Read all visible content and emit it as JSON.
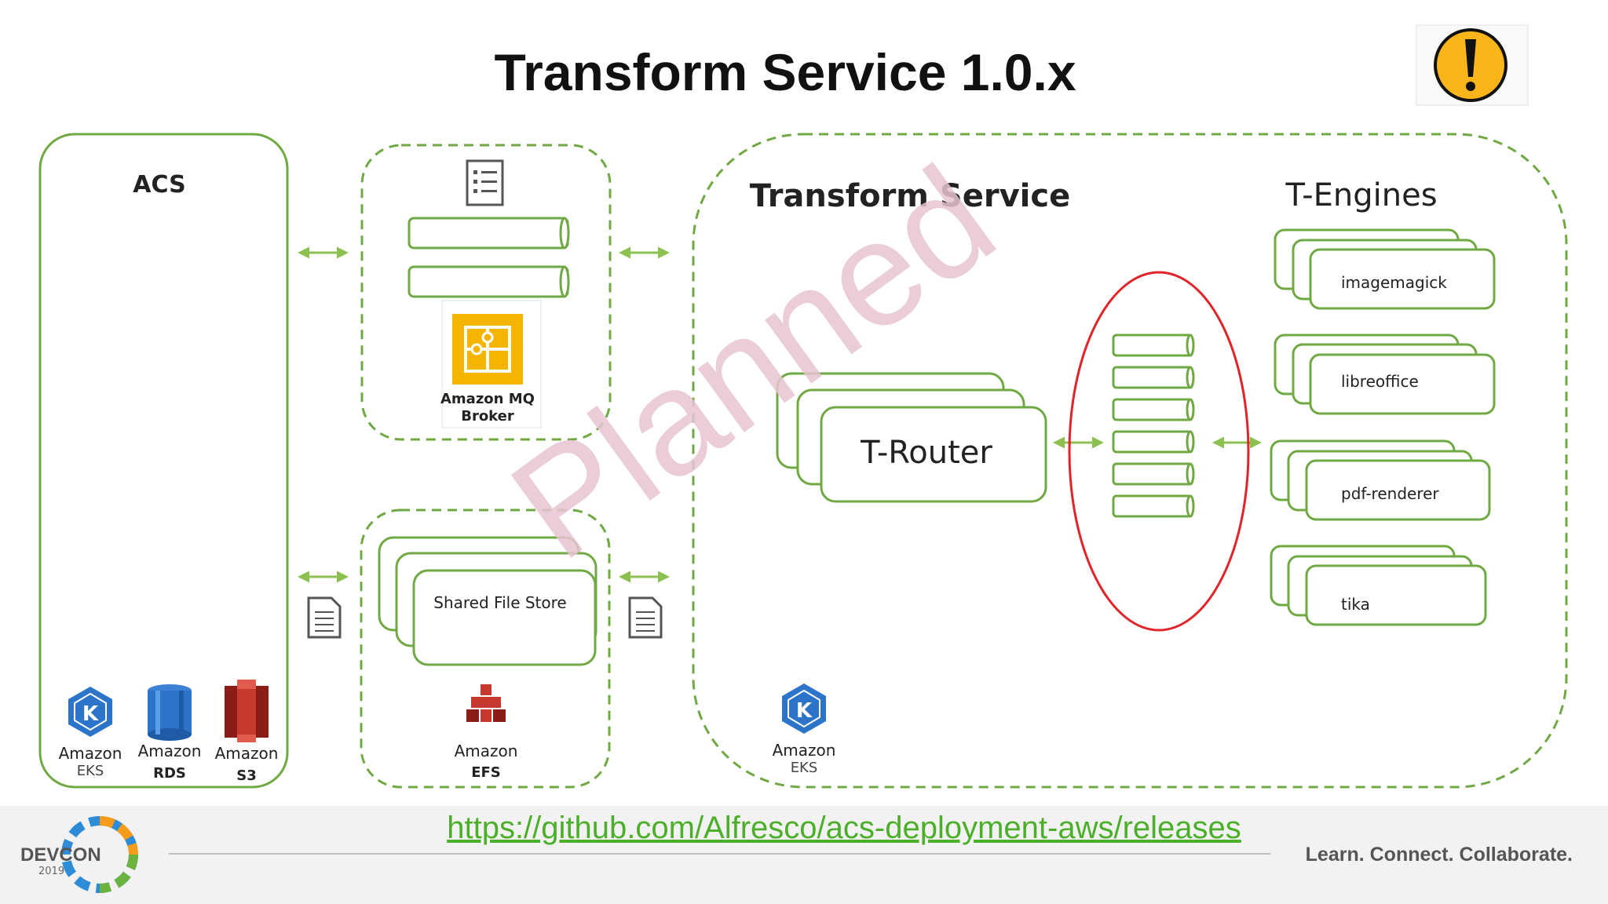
{
  "slide": {
    "title": "Transform Service 1.0.x",
    "watermark": "Planned",
    "warning_icon": "warning-exclamation-icon"
  },
  "acs": {
    "title": "ACS",
    "services": [
      {
        "name": "Amazon",
        "sub": "EKS",
        "icon": "amazon-eks-icon"
      },
      {
        "name": "Amazon",
        "sub": "RDS",
        "icon": "amazon-rds-icon"
      },
      {
        "name": "Amazon",
        "sub": "S3",
        "icon": "amazon-s3-icon"
      }
    ]
  },
  "mq": {
    "broker_line1": "Amazon MQ",
    "broker_line2": "Broker",
    "icon": "amazon-mq-icon"
  },
  "shared_store": {
    "label": "Shared File Store",
    "service_name": "Amazon",
    "service_sub": "EFS",
    "icon": "amazon-efs-icon"
  },
  "transform_service": {
    "title": "Transform Service",
    "router": "T-Router",
    "eks_name": "Amazon",
    "eks_sub": "EKS"
  },
  "t_engines": {
    "title": "T-Engines",
    "engines": [
      "imagemagick",
      "libreoffice",
      "pdf-renderer",
      "tika"
    ]
  },
  "footer": {
    "url": "https://github.com/Alfresco/acs-deployment-aws/releases",
    "tagline": "Learn. Connect. Collaborate.",
    "logo_text": "DEVCON",
    "logo_year": "2019"
  },
  "colors": {
    "green": "#70a843",
    "arrow_green": "#8cc152",
    "highlight_red": "#e0242a",
    "watermark": "#e8c4d4",
    "link_green": "#4caf2a",
    "aws_blue": "#2c74c9",
    "aws_red": "#c7382e",
    "mq_yellow": "#f4b400"
  }
}
